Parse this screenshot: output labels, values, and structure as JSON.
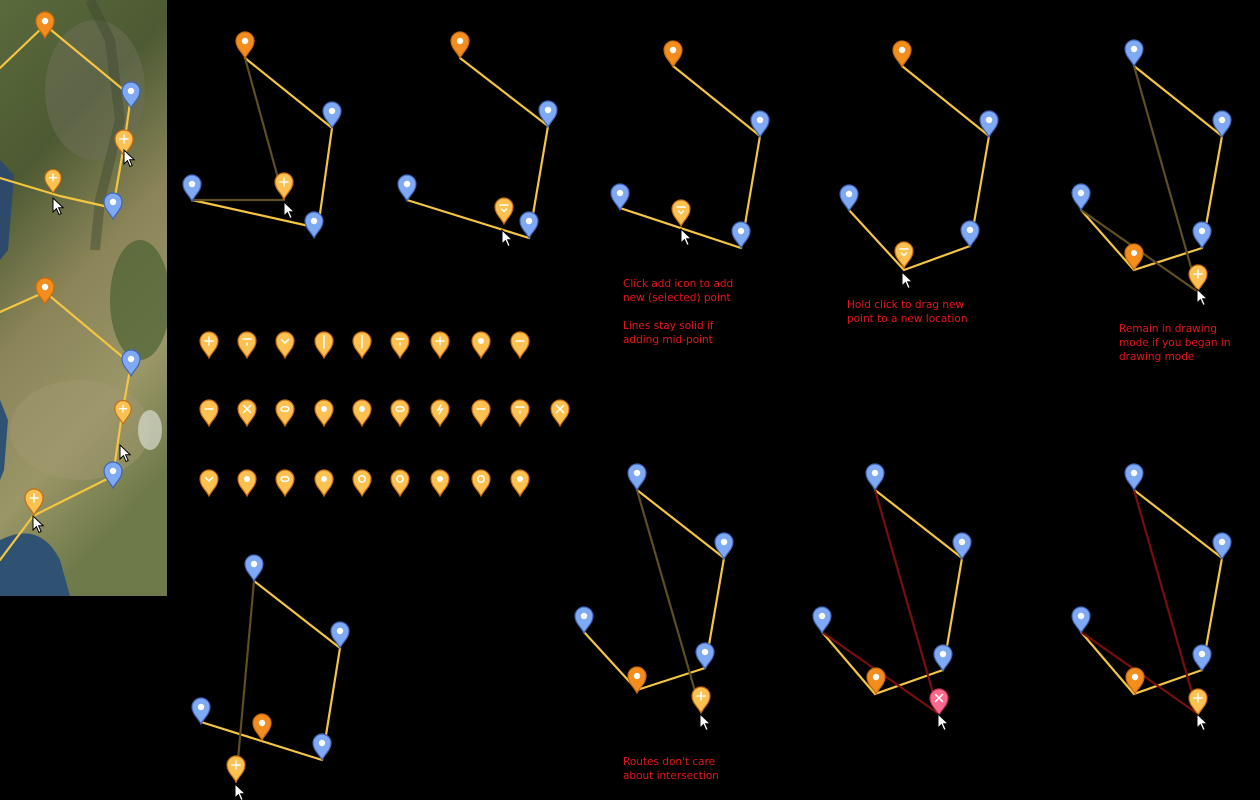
{
  "colors": {
    "route_active": "#f4c542",
    "route_ghost": "#5e4e22",
    "route_invalid": "#7a0d0d",
    "pin_blue": "#7fa9f2",
    "pin_orange": "#f28d1e",
    "pin_light": "#fcc251",
    "pin_delete": "#ff6b8e",
    "annotation_text": "#e8141b"
  },
  "notes": {
    "add_point": "Click add icon to add\nnew (selected) point\n\nLines stay solid if\nadding mid-point",
    "drag_point": "Hold click to drag new\npoint to a new location",
    "drawing_mode": "Remain in drawing\nmode if you began in\ndrawing mode",
    "intersection": "Routes don't care\nabout intersection"
  },
  "icons": {
    "map_pin": "map-pin-icon",
    "add_pin": "add-point-pin-icon",
    "delete_pin": "delete-point-pin-icon",
    "cursor": "mouse-cursor-icon"
  }
}
